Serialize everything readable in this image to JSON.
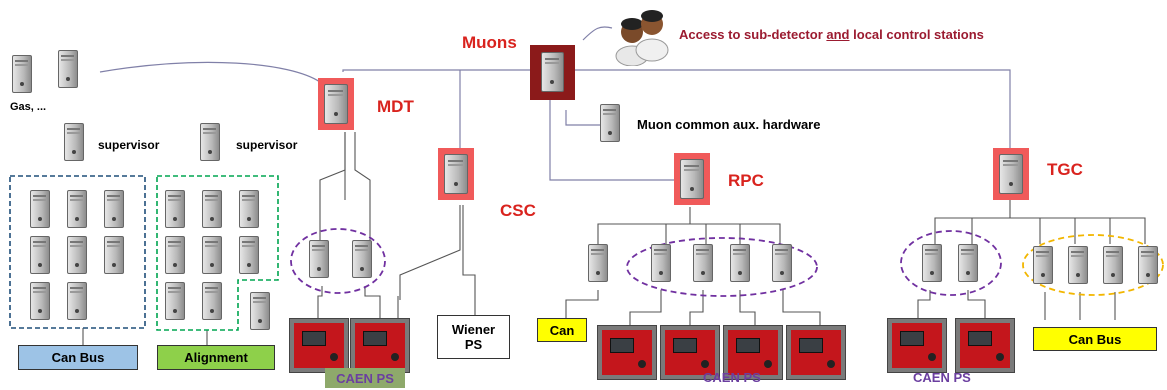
{
  "header": {
    "top_label": "Muons",
    "access_text_pre": "Access to sub-detector",
    "access_text_and": "and",
    "access_text_post": "local control stations"
  },
  "nodes": {
    "mdt": "MDT",
    "csc": "CSC",
    "rpc": "RPC",
    "tgc": "TGC"
  },
  "labels": {
    "gas": "Gas, ...",
    "supervisor_1": "supervisor",
    "supervisor_2": "supervisor",
    "muon_aux": "Muon common aux. hardware"
  },
  "boxes": {
    "can_bus_left": "Can Bus",
    "alignment": "Alignment",
    "caen_ps_mdt": "CAEN PS",
    "wiener_ps": "Wiener\nPS",
    "can_rpc": "Can",
    "caen_ps_rpc": "CAEN PS",
    "caen_ps_tgc": "CAEN PS",
    "can_bus_tgc": "Can Bus"
  },
  "colors": {
    "node_highlight": "#f05a5a",
    "muons_highlight": "#8b1a1a",
    "label_red": "#d9231e",
    "access_text": "#9b1b30",
    "caen_label": "#6b3fa0",
    "can_bus_fill": "#9dc3e6",
    "alignment_fill": "#8ed04a",
    "yellow_fill": "#ffff00",
    "dashed_blue": "#1f4e79",
    "dashed_green": "#00a550",
    "dashed_purple": "#7030a0",
    "dashed_orange": "#f2b600"
  }
}
